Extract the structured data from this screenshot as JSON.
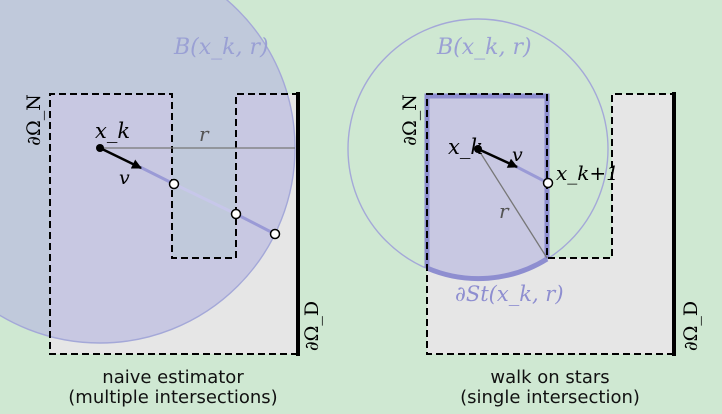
{
  "left_panel": {
    "ball_label": "B(x_k, r)",
    "neumann_label": "∂Ω_N",
    "dirichlet_label": "∂Ω_D",
    "point_label": "x_k",
    "radius_label": "r",
    "direction_label": "v",
    "caption_line1": "naive estimator",
    "caption_line2": "(multiple intersections)"
  },
  "right_panel": {
    "ball_label": "B(x_k, r)",
    "neumann_label": "∂Ω_N",
    "dirichlet_label": "∂Ω_D",
    "point_label": "x_k",
    "next_point_label": "x_k+1",
    "radius_label": "r",
    "direction_label": "v",
    "star_label": "∂St(x_k, r)",
    "caption_line1": "walk on stars",
    "caption_line2": "(single intersection)"
  },
  "colors": {
    "background": "#cfe8d2",
    "domain_fill": "#e6e6e6",
    "ball_fill": "#b8b8e0",
    "ball_stroke": "#a4a8d8",
    "star_stroke": "#8e8ed0",
    "label_blue": "#9aa0d4",
    "boundary": "#000000"
  }
}
